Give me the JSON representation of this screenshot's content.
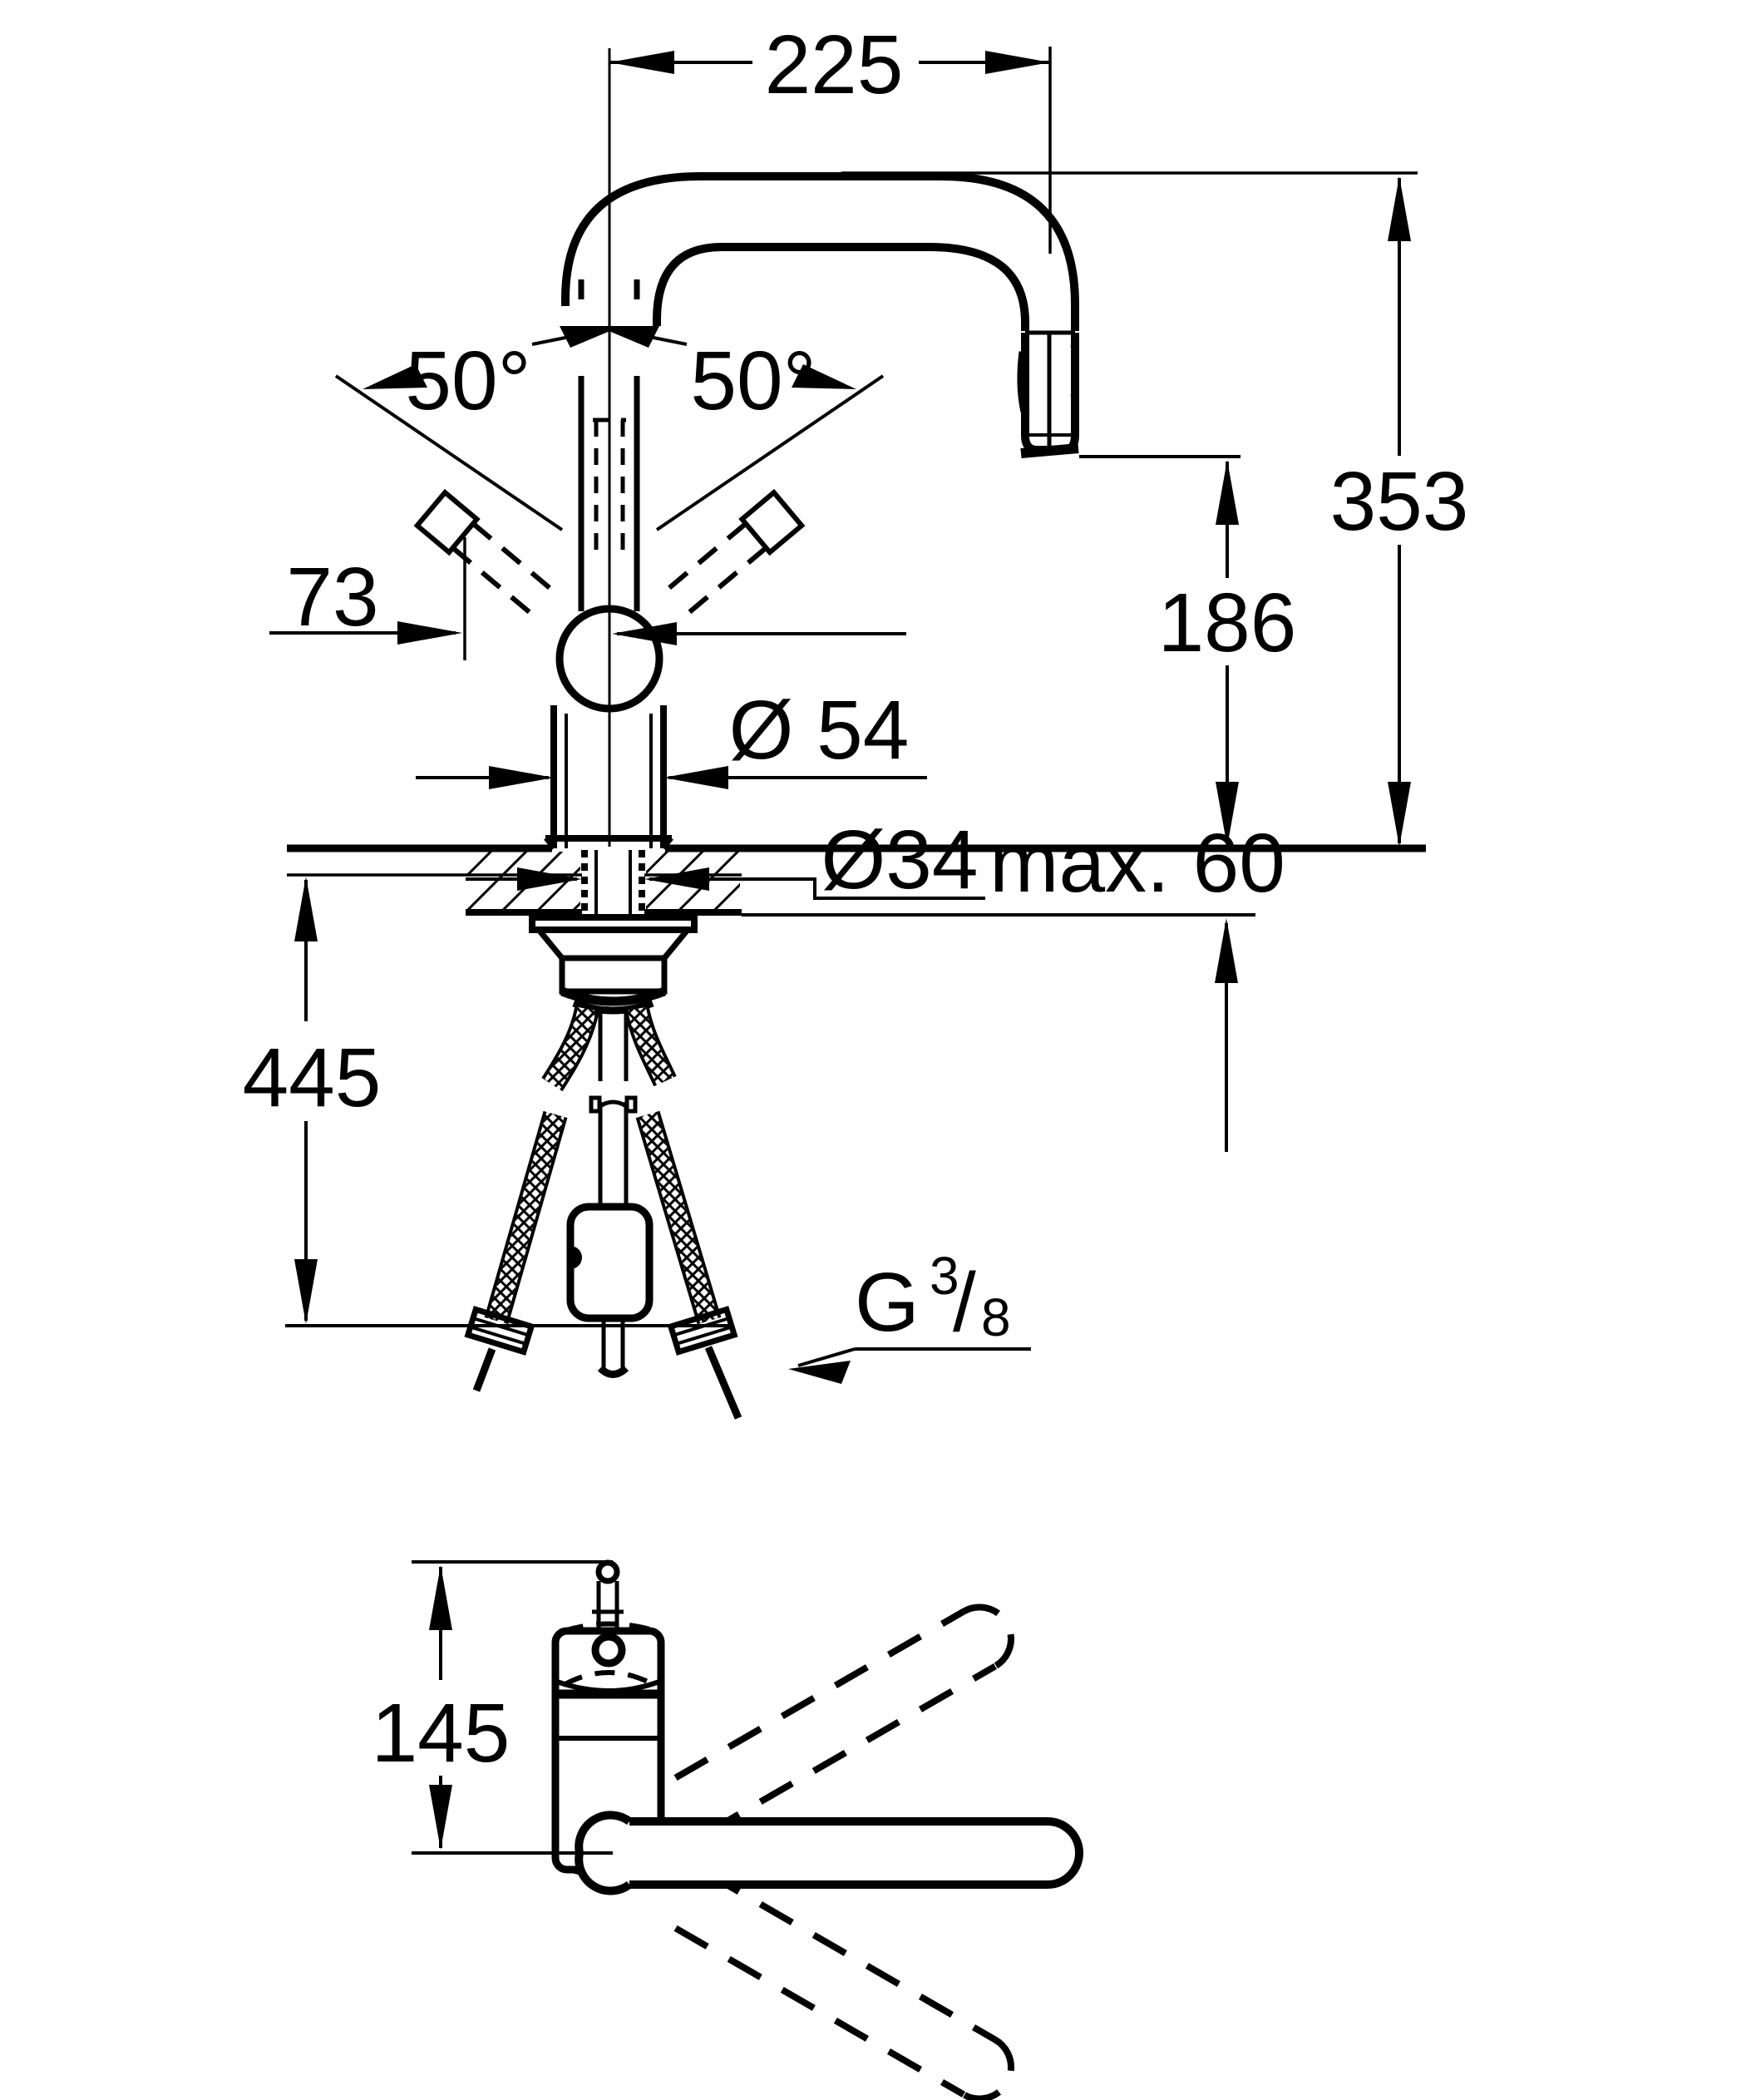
{
  "drawing": {
    "kind": "technical-dimension-drawing",
    "subject": "kitchen-faucet-installation-diagram",
    "colors": {
      "ink": "#000000",
      "background": "#ffffff"
    },
    "views": {
      "front": {
        "dimensions": {
          "spout_reach": "225",
          "swivel_left": "50°",
          "swivel_right": "50°",
          "lever_offset": "73",
          "spout_height": "353",
          "outlet_height": "186",
          "body_diameter": "Ø 54",
          "hole_diameter": "Ø34",
          "max_deck_thickness": "max. 60",
          "hose_length": "445",
          "thread_prefix": "G",
          "thread_numerator": "3",
          "thread_slash": "/",
          "thread_denominator": "8"
        }
      },
      "plan": {
        "dimensions": {
          "body_depth": "145"
        }
      }
    }
  }
}
